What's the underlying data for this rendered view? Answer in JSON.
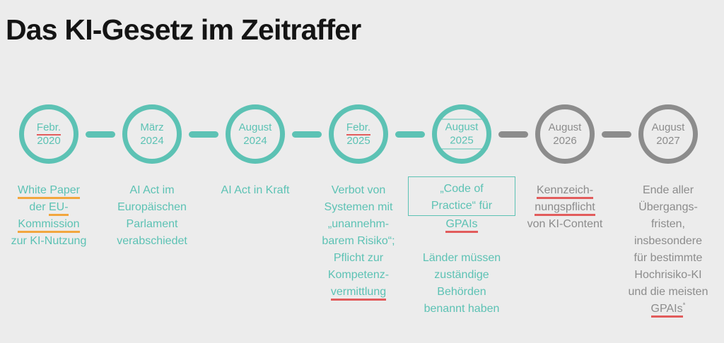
{
  "page": {
    "background": "#ececec",
    "title": "Das KI-Gesetz im Zeitraffer"
  },
  "colors": {
    "teal": "#5cc2b4",
    "gray": "#8c8c8c",
    "red_underline": "#e25c5c",
    "orange_underline": "#f2a63e",
    "title": "#141414"
  },
  "timeline": {
    "connectors": [
      "teal",
      "teal",
      "teal",
      "teal",
      "gray",
      "gray"
    ],
    "milestones": [
      {
        "id": "febr-2020",
        "state": "teal",
        "date": [
          "Febr.",
          "2020"
        ],
        "month_underline": "red",
        "caption_blocks": [
          {
            "lines": [
              [
                {
                  "t": "White Paper",
                  "u": "orange"
                }
              ],
              [
                {
                  "t": "der "
                },
                {
                  "t": "EU-",
                  "u": "orange"
                }
              ],
              [
                {
                  "t": "Kommission",
                  "u": "orange"
                }
              ],
              [
                {
                  "t": "zur KI-Nutzung"
                }
              ]
            ]
          }
        ]
      },
      {
        "id": "maerz-2024",
        "state": "teal",
        "date": [
          "März",
          "2024"
        ],
        "caption_blocks": [
          {
            "lines": [
              [
                {
                  "t": "AI Act im"
                }
              ],
              [
                {
                  "t": "Europäischen"
                }
              ],
              [
                {
                  "t": "Parlament"
                }
              ],
              [
                {
                  "t": "verabschiedet"
                }
              ]
            ]
          }
        ]
      },
      {
        "id": "august-2024",
        "state": "teal",
        "date": [
          "August",
          "2024"
        ],
        "caption_blocks": [
          {
            "lines": [
              [
                {
                  "t": "AI Act in Kraft"
                }
              ]
            ]
          }
        ]
      },
      {
        "id": "febr-2025",
        "state": "teal",
        "date": [
          "Febr.",
          "2025"
        ],
        "month_underline": "red",
        "caption_blocks": [
          {
            "lines": [
              [
                {
                  "t": "Verbot von"
                }
              ],
              [
                {
                  "t": "Systemen mit"
                }
              ],
              [
                {
                  "t": "„unannehm-"
                }
              ],
              [
                {
                  "t": "barem Risiko“;"
                }
              ],
              [
                {
                  "t": "Pflicht zur"
                }
              ],
              [
                {
                  "t": "Kompetenz-"
                }
              ],
              [
                {
                  "t": "vermittlung",
                  "u": "red"
                }
              ]
            ]
          }
        ]
      },
      {
        "id": "august-2025",
        "state": "teal",
        "date": [
          "August",
          "2025"
        ],
        "date_boxed": true,
        "caption_blocks": [
          {
            "boxed": true,
            "lines": [
              [
                {
                  "t": "„Code of"
                }
              ],
              [
                {
                  "t": "Practice“ für"
                }
              ]
            ]
          },
          {
            "lines": [
              [
                {
                  "t": "GPAIs",
                  "u": "red"
                }
              ]
            ]
          },
          {
            "gap": true,
            "lines": [
              [
                {
                  "t": "Länder müssen"
                }
              ],
              [
                {
                  "t": "zuständige"
                }
              ],
              [
                {
                  "t": "Behörden"
                }
              ],
              [
                {
                  "t": "benannt haben"
                }
              ]
            ]
          }
        ]
      },
      {
        "id": "august-2026",
        "state": "gray",
        "date": [
          "August",
          "2026"
        ],
        "caption_blocks": [
          {
            "lines": [
              [
                {
                  "t": "Kennzeich-",
                  "u": "red"
                }
              ],
              [
                {
                  "t": "nungspflicht",
                  "u": "red"
                }
              ],
              [
                {
                  "t": "von KI-Content"
                }
              ]
            ]
          }
        ]
      },
      {
        "id": "august-2027",
        "state": "gray",
        "date": [
          "August",
          "2027"
        ],
        "caption_blocks": [
          {
            "lines": [
              [
                {
                  "t": "Ende aller"
                }
              ],
              [
                {
                  "t": "Übergangs-"
                }
              ],
              [
                {
                  "t": "fristen,"
                }
              ],
              [
                {
                  "t": "insbesondere"
                }
              ],
              [
                {
                  "t": "für bestimmte"
                }
              ],
              [
                {
                  "t": "Hochrisiko-KI"
                }
              ],
              [
                {
                  "t": "und die meisten"
                }
              ],
              [
                {
                  "t": "GPAIs",
                  "u": "red"
                },
                {
                  "t": "*",
                  "sup": true
                }
              ]
            ]
          }
        ]
      }
    ]
  }
}
